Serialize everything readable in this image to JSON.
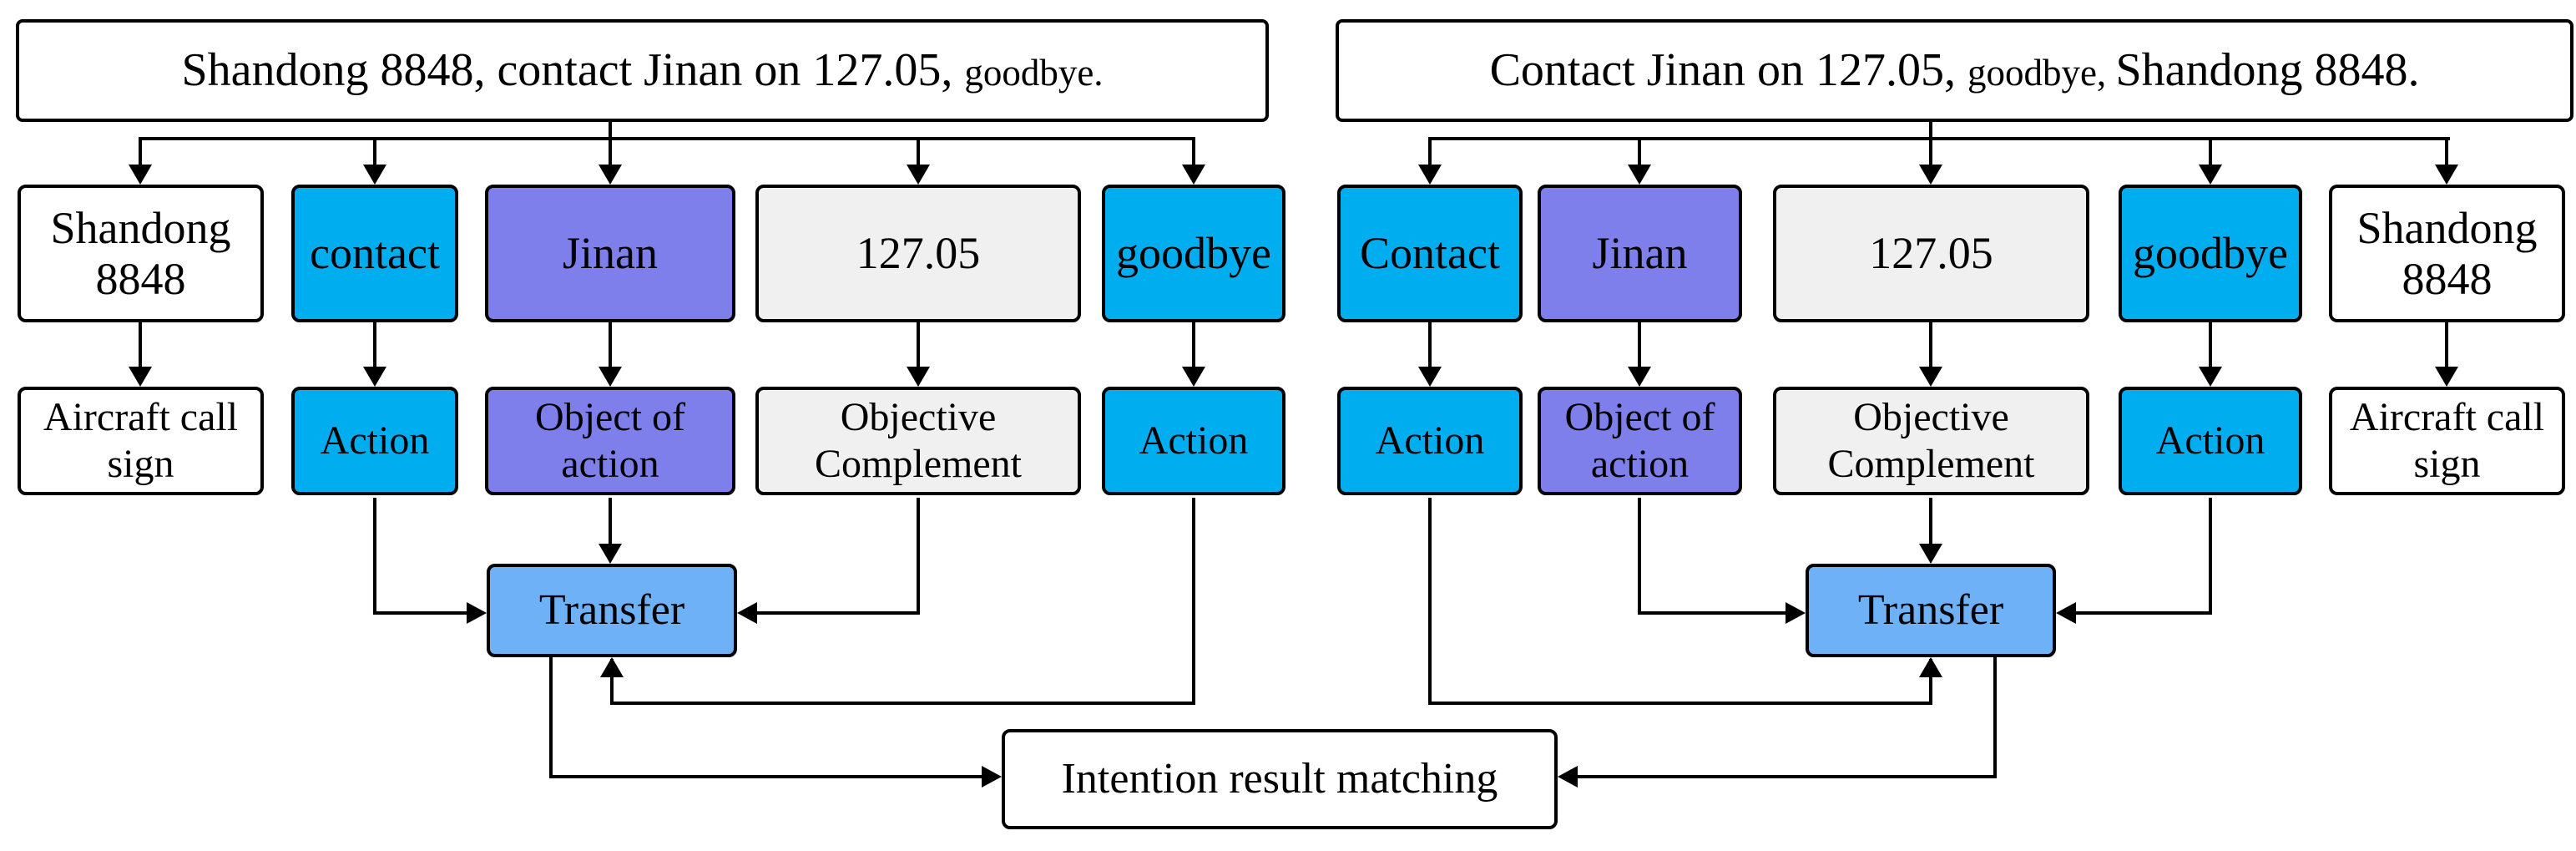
{
  "left": {
    "sentence": {
      "main1": "Shandong 8848, contact Jinan on 127.05, ",
      "small": "goodbye.",
      "main2": ""
    },
    "words": [
      "Shandong 8848",
      "contact",
      "Jinan",
      "127.05",
      "goodbye"
    ],
    "tags": [
      "Aircraft call sign",
      "Action",
      "Object of action",
      "Objective Complement",
      "Action"
    ],
    "transfer_label": "Transfer"
  },
  "right": {
    "sentence": {
      "main1": "Contact Jinan on 127.05, ",
      "small": "goodbye, ",
      "main2": "Shandong 8848."
    },
    "words": [
      "Contact",
      "Jinan",
      "127.05",
      "goodbye",
      "Shandong 8848"
    ],
    "tags": [
      "Action",
      "Object of action",
      "Objective Complement",
      "Action",
      "Aircraft call sign"
    ],
    "transfer_label": "Transfer"
  },
  "matcher": {
    "label": "Intention result matching"
  },
  "colors": {
    "action": "#00AEEF",
    "object_of_action": "#7F7FEB",
    "objective_complement": "#F0F0F0",
    "aircraft_call_sign": "#FFFFFF",
    "transfer": "#6FB1F7",
    "line": "#000000"
  }
}
